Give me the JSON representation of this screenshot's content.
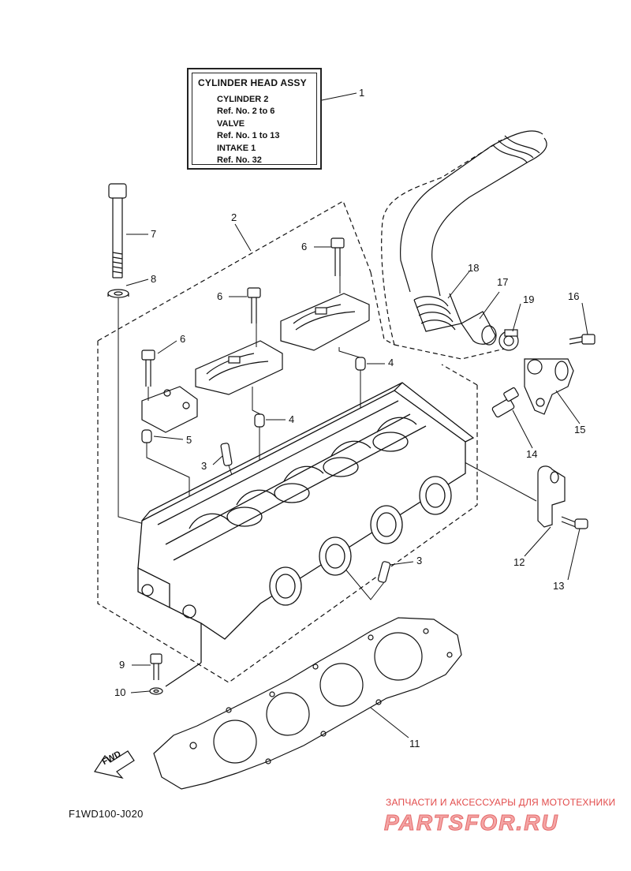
{
  "legend": {
    "title": "CYLINDER HEAD ASSY",
    "lines": [
      "CYLINDER 2",
      "Ref. No. 2 to 6",
      "VALVE",
      "Ref. No. 1 to 13",
      "INTAKE 1",
      "Ref. No. 32"
    ]
  },
  "callouts": [
    "1",
    "2",
    "3",
    "3",
    "4",
    "4",
    "5",
    "6",
    "6",
    "6",
    "7",
    "8",
    "9",
    "10",
    "11",
    "12",
    "13",
    "14",
    "15",
    "16",
    "17",
    "18",
    "19"
  ],
  "fwd_label": "FWD",
  "diagram_code": "F1WD100-J020",
  "watermark": {
    "tagline": "ЗАПЧАСТИ И АКСЕССУАРЫ ДЛЯ МОТОТЕХНИКИ",
    "logo": "PARTSFOR.RU"
  },
  "colors": {
    "line": "#111111",
    "watermark": "#e46b6b"
  }
}
